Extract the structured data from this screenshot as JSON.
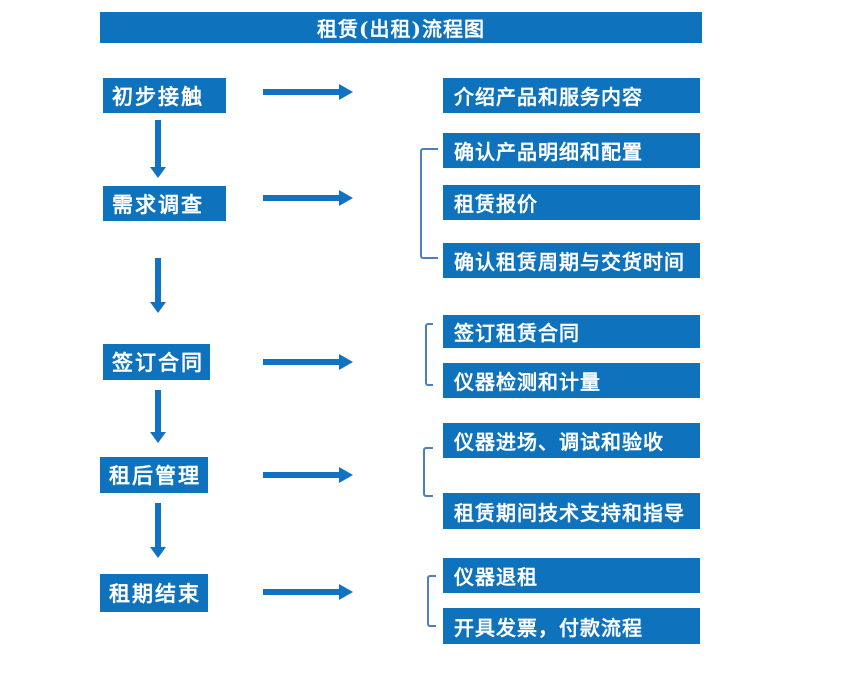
{
  "title": "租赁(出租)流程图",
  "colors": {
    "box_blue": "#0E72BC",
    "arrow_blue": "#1171C2",
    "bracket_blue": "#4D7EBF",
    "text_white": "#FFFFFF",
    "background": "#FFFFFF"
  },
  "stages": [
    {
      "label": "初步接触",
      "children": [
        "介绍产品和服务内容"
      ]
    },
    {
      "label": "需求调查",
      "children": [
        "确认产品明细和配置",
        "租赁报价",
        "确认租赁周期与交货时间"
      ]
    },
    {
      "label": "签订合同",
      "children": [
        "签订租赁合同",
        "仪器检测和计量"
      ]
    },
    {
      "label": "租后管理",
      "children": [
        "仪器进场、调试和验收",
        "租赁期间技术支持和指导"
      ]
    },
    {
      "label": "租期结束",
      "children": [
        "仪器退租",
        "开具发票，付款流程"
      ]
    }
  ]
}
